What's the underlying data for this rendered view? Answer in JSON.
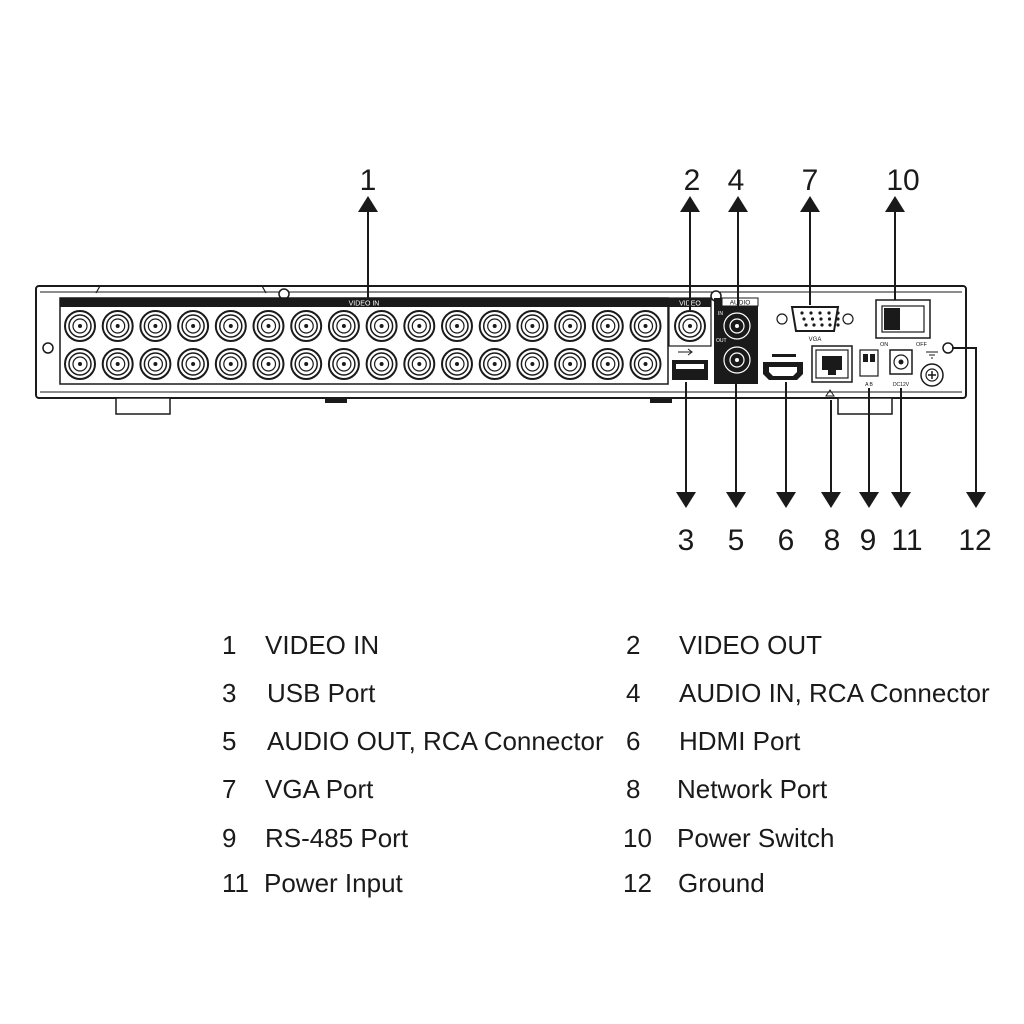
{
  "panel_labels": {
    "video_in": "VIDEO IN",
    "video_out": "VIDEO",
    "audio": "AUDIO",
    "audio_in": "IN",
    "audio_out": "OUT",
    "vga": "VGA",
    "on": "ON",
    "off": "OFF",
    "rs485": "A B",
    "power": "DC12V"
  },
  "callouts": [
    "1",
    "2",
    "4",
    "7",
    "10",
    "3",
    "5",
    "6",
    "8",
    "9",
    "11",
    "12"
  ],
  "legend": [
    {
      "num": "1",
      "label": "VIDEO IN"
    },
    {
      "num": "2",
      "label": "VIDEO OUT"
    },
    {
      "num": "3",
      "label": "USB Port"
    },
    {
      "num": "4",
      "label": "AUDIO IN, RCA Connector"
    },
    {
      "num": "5",
      "label": "AUDIO OUT, RCA Connector"
    },
    {
      "num": "6",
      "label": "HDMI Port"
    },
    {
      "num": "7",
      "label": "VGA Port"
    },
    {
      "num": "8",
      "label": "Network Port"
    },
    {
      "num": "9",
      "label": "RS-485 Port"
    },
    {
      "num": "10",
      "label": "Power Switch"
    },
    {
      "num": "11",
      "label": "Power Input"
    },
    {
      "num": "12",
      "label": "Ground"
    }
  ]
}
